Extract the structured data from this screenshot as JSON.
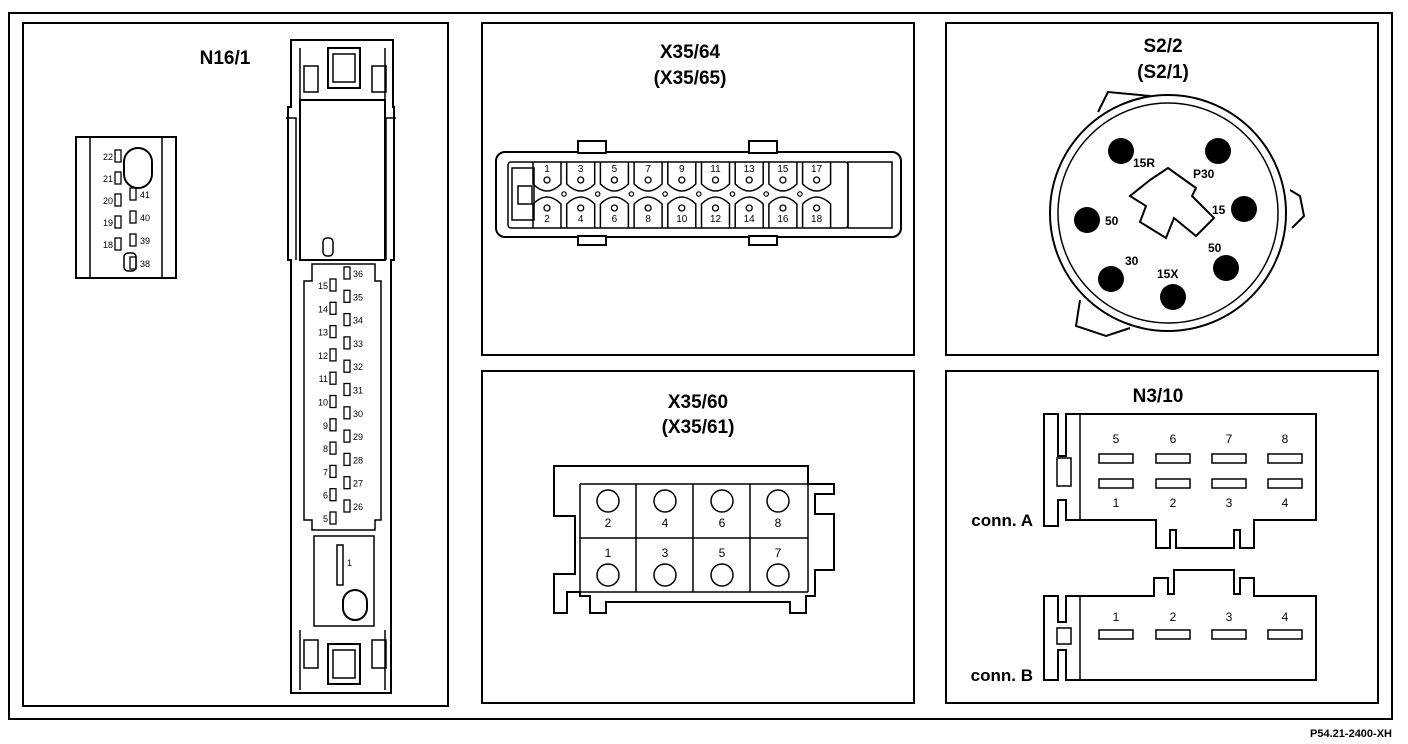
{
  "figure_ref": "P54.21-2400-XH",
  "panels": {
    "n16_1": {
      "title": "N16/1",
      "small_connector": {
        "left_pins": [
          "22",
          "21",
          "20",
          "19",
          "18"
        ],
        "right_pins": [
          "41",
          "40",
          "39",
          "38"
        ]
      },
      "main_connector": {
        "left_pins": [
          "15",
          "14",
          "13",
          "12",
          "11",
          "10",
          "9",
          "8",
          "7",
          "6",
          "5"
        ],
        "right_pins": [
          "36",
          "35",
          "34",
          "33",
          "32",
          "31",
          "30",
          "29",
          "28",
          "27",
          "26"
        ],
        "bottom_pin": "1"
      }
    },
    "x35_64": {
      "title": "X35/64",
      "subtitle": "(X35/65)",
      "top_pins": [
        "1",
        "3",
        "5",
        "7",
        "9",
        "11",
        "13",
        "15",
        "17"
      ],
      "bottom_pins": [
        "2",
        "4",
        "6",
        "8",
        "10",
        "12",
        "14",
        "16",
        "18"
      ]
    },
    "s2_2": {
      "title": "S2/2",
      "subtitle": "(S2/1)",
      "terminals": [
        "15R",
        "P30",
        "15",
        "50",
        "30",
        "15X",
        "50"
      ]
    },
    "x35_60": {
      "title": "X35/60",
      "subtitle": "(X35/61)",
      "top_pins": [
        "2",
        "4",
        "6",
        "8"
      ],
      "bottom_pins": [
        "1",
        "3",
        "5",
        "7"
      ]
    },
    "n3_10": {
      "title": "N3/10",
      "conn_a": {
        "label": "conn. A",
        "top_pins": [
          "5",
          "6",
          "7",
          "8"
        ],
        "bottom_pins": [
          "1",
          "2",
          "3",
          "4"
        ]
      },
      "conn_b": {
        "label": "conn. B",
        "pins": [
          "1",
          "2",
          "3",
          "4"
        ]
      }
    }
  }
}
